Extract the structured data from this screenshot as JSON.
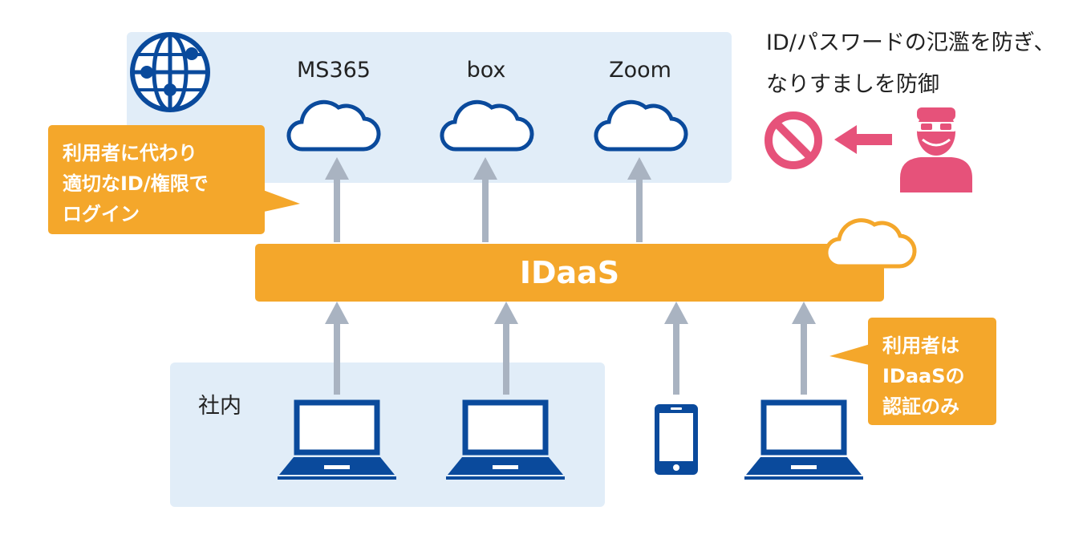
{
  "cloud_services": [
    {
      "label": "MS365"
    },
    {
      "label": "box"
    },
    {
      "label": "Zoom"
    }
  ],
  "central": {
    "label": "IDaaS"
  },
  "callout_left": {
    "lines": [
      "利用者に代わり",
      "適切なID/権限で",
      "ログイン"
    ]
  },
  "callout_right": {
    "lines": [
      "利用者は",
      "IDaaSの",
      "認証のみ"
    ]
  },
  "internal": {
    "label": "社内"
  },
  "warning": {
    "lines": [
      "ID/パスワードの氾濫を防ぎ、",
      "なりすましを防御"
    ]
  },
  "icons": [
    "globe-icon",
    "cloud-icon",
    "block-icon",
    "arrow-left-icon",
    "impostor-icon",
    "laptop-icon",
    "smartphone-icon"
  ],
  "colors": {
    "accent_orange": "#f4a72b",
    "panel_blue": "#e1edf8",
    "device_navy": "#0a4a9c",
    "arrow_gray": "#a9b3c1",
    "warning_pink": "#e6527a"
  }
}
